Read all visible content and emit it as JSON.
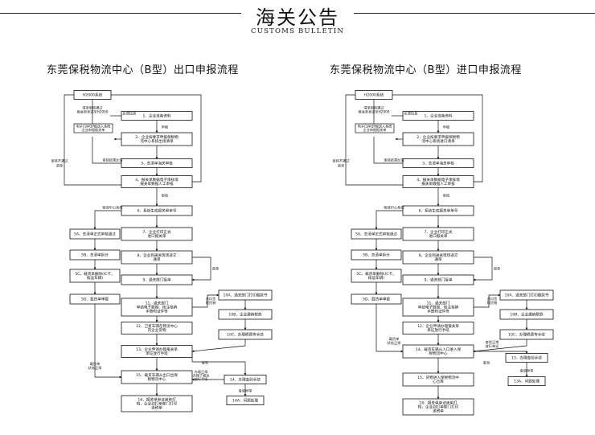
{
  "header": {
    "title": "海关公告",
    "subtitle": "CUSTOMS BULLETIN"
  },
  "diagrams": [
    {
      "title": "东莞保税物流中心（B型）出口申报流程",
      "nodes": [
        {
          "id": "h2000",
          "label": "H2000系统"
        },
        {
          "id": "n1",
          "label": "1、企业准备资料"
        },
        {
          "id": "n2",
          "label": "2、企业按要求申报保税物\n流中心系统出境清单"
        },
        {
          "id": "n3",
          "label": "3、总清单海关审核"
        },
        {
          "id": "n4",
          "label": "4、报关单数据电子审核或\n报关单数据人工审核"
        },
        {
          "id": "n6",
          "label": "6、系统生成报关单单号"
        },
        {
          "id": "n7",
          "label": "7、企业打印正式\n进口报关单"
        },
        {
          "id": "n8",
          "label": "8、企业到通关现场递交\n通单"
        },
        {
          "id": "n9",
          "label": "9、通关部门接单"
        },
        {
          "id": "n11",
          "label": "11、通关部门\n审结电子数据、核注核销\n手册和证件等"
        },
        {
          "id": "n12",
          "label": "12、卫星车辆在物流中心\n内企业货物"
        },
        {
          "id": "n13",
          "label": "13、企业申请办理报关单\n单证放行手续"
        },
        {
          "id": "n15",
          "label": "15、载货车辆从出口出保\n税物流中心"
        },
        {
          "id": "n16",
          "label": "16、报关单单证递单打\n档，企业到打单部门打印\n退税单"
        },
        {
          "id": "n5a",
          "label": "5A、总清单正式审核通过"
        },
        {
          "id": "n5b",
          "label": "5B、总清单拆分"
        },
        {
          "id": "n5c",
          "label": "5C、载货单删除(IC卡，\n核运车辆)"
        },
        {
          "id": "n5d",
          "label": "5D、载货单申报"
        },
        {
          "id": "n10a",
          "label": "10A、通关部门打印缴款书"
        },
        {
          "id": "n10b",
          "label": "10B、企业缴纳税款"
        },
        {
          "id": "n10c",
          "label": "10C、办理税费等手续"
        },
        {
          "id": "n14",
          "label": "14、办理查验手续"
        },
        {
          "id": "n14a",
          "label": "14A、问题处理"
        }
      ],
      "edge_labels": [
        "清单审核通过",
        "报关单发送至H2000",
        "电子口岸QP报送入系统，企业申报报关单",
        "反馈信息",
        "申报",
        "审核结果反馈",
        "审核不通过",
        "退单",
        "审结",
        "物流中心系统",
        "退单",
        "进口货\n税货物",
        "查验",
        "查验异常",
        "办理正常\n办理了报运\n放行手续",
        "办理完毕",
        "载货单\n状态正常",
        "修改后重报"
      ]
    },
    {
      "title": "东莞保税物流中心（B型）进口申报流程",
      "nodes": [
        {
          "id": "h2000",
          "label": "H2000系统"
        },
        {
          "id": "n1",
          "label": "1、企业准备资料"
        },
        {
          "id": "n2",
          "label": "2、企业按要求申报保税物\n流中心系统进口清单"
        },
        {
          "id": "n3",
          "label": "3、总清单海关审核"
        },
        {
          "id": "n4",
          "label": "4、报关单数据电子审核或\n报关单数据人工审核"
        },
        {
          "id": "n6",
          "label": "6、系统生成报关单单号"
        },
        {
          "id": "n7",
          "label": "7、企业打印正式\n进口报关单"
        },
        {
          "id": "n8",
          "label": "8、企业到通关现场递交\n通单"
        },
        {
          "id": "n9",
          "label": "9、通关部门接单"
        },
        {
          "id": "n11",
          "label": "11、通关部门\n审结电子数据、核注核销\n手册和证件等"
        },
        {
          "id": "n12",
          "label": "12、企业申请办理报关单\n单证放行手续"
        },
        {
          "id": "n14",
          "label": "14、载货车辆从入口进入保\n税物流中心"
        },
        {
          "id": "n15",
          "label": "15、货物进入保税物流中\n心仓库"
        },
        {
          "id": "n16",
          "label": "16、报关单单证递单打\n档，企业到打单部门打印\n退税单"
        },
        {
          "id": "n5a",
          "label": "5A、总清单正式审核通过"
        },
        {
          "id": "n5b",
          "label": "5B、总清单拆分"
        },
        {
          "id": "n5c",
          "label": "5C、载货单删除(IC卡，\n核运车辆)"
        },
        {
          "id": "n5d",
          "label": "5D、载货单申报"
        },
        {
          "id": "n10a",
          "label": "10A、通关部门打印缴款书"
        },
        {
          "id": "n10b",
          "label": "10B、企业缴纳税款"
        },
        {
          "id": "n10c",
          "label": "10C、办理税费等手续"
        },
        {
          "id": "n13",
          "label": "13、办理查验手续"
        },
        {
          "id": "n13a",
          "label": "13A、问题处理"
        }
      ],
      "edge_labels": [
        "清单审核通过",
        "报关单发送至H2000",
        "电子口岸QP报送入系统，企业申报报关单",
        "反馈信息",
        "申报",
        "审核结果反馈",
        "审核不通过",
        "退单",
        "审结",
        "物流中心系统",
        "退单",
        "进口货\n税货物",
        "查验",
        "查验异常",
        "查验正常\n放行单证",
        "载货单\n状态正常"
      ]
    }
  ]
}
